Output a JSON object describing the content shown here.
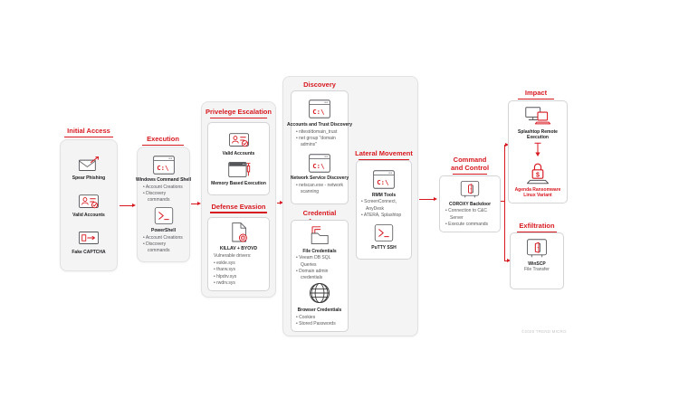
{
  "colors": {
    "accent": "#d71920",
    "panel_bg": "#f4f4f5",
    "icon_gray": "#55565a",
    "text_muted": "#58595b"
  },
  "glyphs": {
    "cmd": "C:\\",
    "dollar": "$"
  },
  "footer": {
    "credit": "©2025 TREND MICRO"
  },
  "diagram": {
    "initial_access": {
      "title": "Initial Access",
      "items": [
        {
          "icon": "envelope-spear-icon",
          "label": "Spear Phishing"
        },
        {
          "icon": "id-card-check-icon",
          "label": "Valid Accounts"
        },
        {
          "icon": "captcha-card-icon",
          "label": "Fake CAPTCHA"
        }
      ]
    },
    "execution": {
      "title": "Execution",
      "items": [
        {
          "icon": "command-window-icon",
          "label": "Windows Command Shell",
          "bullets": [
            "Account Creations",
            "Discovery commands"
          ]
        },
        {
          "icon": "terminal-prompt-icon",
          "label": "PowerShell",
          "bullets": [
            "Account Creations",
            "Discovery commands"
          ]
        }
      ]
    },
    "privilege_escalation": {
      "title": "Privelege Escalation",
      "items": [
        {
          "icon": "id-card-check-icon",
          "label": "Valid Accounts"
        },
        {
          "icon": "window-syringe-icon",
          "label": "Memory Based Execution"
        }
      ]
    },
    "defense_evasion": {
      "title": "Defense Evasion",
      "item": {
        "icon": "document-target-icon",
        "label": "KILLAV + BYOVD",
        "sublabel": "Vulnerable drivers:",
        "bullets": [
          "eskle.sys",
          "tharw.sys",
          "hlpdrv.sys",
          "rwdrv.sys"
        ]
      }
    },
    "discovery": {
      "title": "Discovery",
      "items": [
        {
          "icon": "command-window-icon",
          "label": "Accounts and Trust Discovery",
          "bullets": [
            "nltest/domain_trust",
            "net group \"domain admins\""
          ]
        },
        {
          "icon": "command-window-icon",
          "label": "Network Service Discovery",
          "bullets": [
            "netscan.exe - network scanning"
          ]
        }
      ]
    },
    "credential_access": {
      "title": "Credential Access",
      "items": [
        {
          "icon": "folder-bracket-icon",
          "label": "File Credentials",
          "bullets": [
            "Veeam DB SQL Queries",
            "Domain admin credentials"
          ]
        },
        {
          "icon": "globe-icon",
          "label": "Browser Credentials",
          "bullets": [
            "Cookies",
            "Stored Passwords"
          ]
        }
      ]
    },
    "lateral_movement": {
      "title": "Lateral Movement",
      "items": [
        {
          "icon": "command-window-icon",
          "label": "RMM Tools",
          "bullets": [
            "ScreenConnect, AnyDesk",
            "ATERA, Splashtop"
          ]
        },
        {
          "icon": "terminal-prompt-icon",
          "label": "PuTTY SSH"
        }
      ]
    },
    "command_and_control": {
      "title": "Command and Control",
      "item": {
        "icon": "window-door-icon",
        "label": "COROXY Backdoor",
        "bullets": [
          "Connection to C&C Server",
          "Execute commands"
        ]
      }
    },
    "impact": {
      "title": "Impact",
      "top": {
        "icon": "remote-desktop-icon",
        "label": "Splashtop Remote Execution"
      },
      "bottom": {
        "icon": "ransom-lock-icon",
        "label": "Agenda Ransomware Linux Variant"
      }
    },
    "exfiltration": {
      "title": "Exfiltration",
      "item": {
        "icon": "window-door-icon",
        "label": "WinSCP",
        "sublabel": "File Transfer"
      }
    }
  }
}
